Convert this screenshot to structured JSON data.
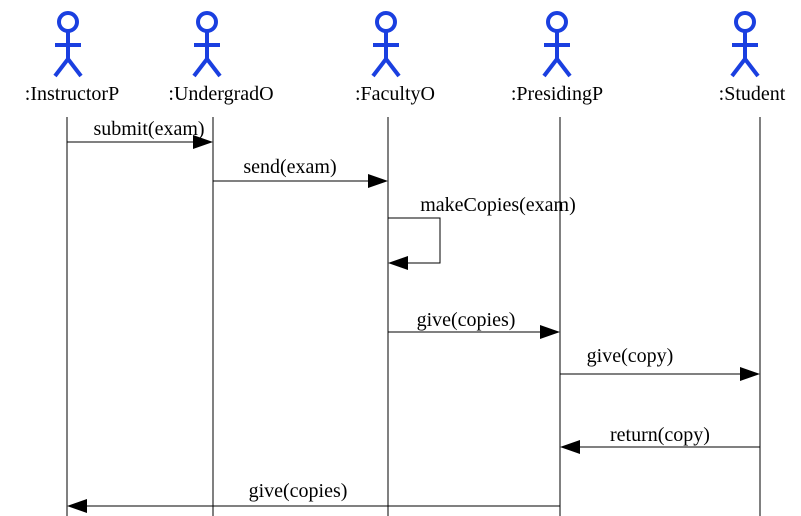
{
  "colors": {
    "actor_icon": "#1a3fe0",
    "line": "#000000",
    "text": "#000000",
    "background": "#ffffff"
  },
  "actors": [
    {
      "id": "instructor",
      "label": ":InstructorP",
      "icon": "stick-figure"
    },
    {
      "id": "undergrad",
      "label": ":UndergradO",
      "icon": "stick-figure"
    },
    {
      "id": "faculty",
      "label": ":FacultyO",
      "icon": "stick-figure"
    },
    {
      "id": "presiding",
      "label": ":PresidingP",
      "icon": "stick-figure"
    },
    {
      "id": "student",
      "label": ":Student",
      "icon": "stick-figure"
    }
  ],
  "messages": [
    {
      "from": "instructor",
      "to": "undergrad",
      "label": "submit(exam)"
    },
    {
      "from": "undergrad",
      "to": "faculty",
      "label": "send(exam)"
    },
    {
      "from": "faculty",
      "to": "faculty",
      "label": "makeCopies(exam)",
      "self": true
    },
    {
      "from": "faculty",
      "to": "presiding",
      "label": "give(copies)"
    },
    {
      "from": "presiding",
      "to": "student",
      "label": "give(copy)"
    },
    {
      "from": "student",
      "to": "presiding",
      "label": "return(copy)"
    },
    {
      "from": "presiding",
      "to": "instructor",
      "label": "give(copies)"
    }
  ]
}
